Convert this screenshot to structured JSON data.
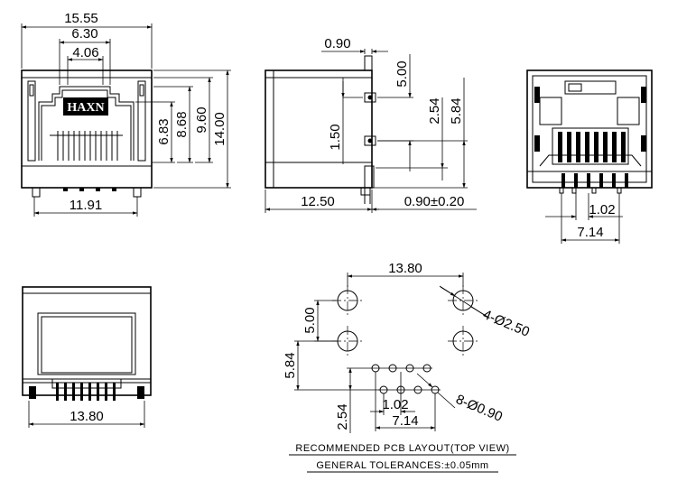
{
  "front_view": {
    "overall_width": "15.55",
    "inner_width": "6.30",
    "key_width": "4.06",
    "logo": "HAXN",
    "height_a": "6.83",
    "height_b": "8.68",
    "height_c": "9.60",
    "height_total": "14.00",
    "pin_span": "11.91"
  },
  "side_view": {
    "top_offset": "0.90",
    "boss_spacing": "5.00",
    "boss_offset": "1.50",
    "pin_row": "2.54",
    "post_height": "5.84",
    "length": "12.50",
    "post_tolerance": "0.90±0.20"
  },
  "rear_view": {
    "pin_pitch": "1.02",
    "pin_span": "7.14"
  },
  "bottom_view": {
    "width": "13.80"
  },
  "pcb_layout": {
    "post_spacing_x": "13.80",
    "post_spacing_y": "5.00",
    "post_to_pin_row": "5.84",
    "row_spacing": "2.54",
    "pin_pitch": "1.02",
    "pin_span": "7.14",
    "post_holes": "4-Ø2.50",
    "pin_holes": "8-Ø0.90",
    "title": "RECOMMENDED PCB LAYOUT(TOP VIEW)",
    "tolerance_note": "GENERAL TOLERANCES:±0.05mm"
  }
}
